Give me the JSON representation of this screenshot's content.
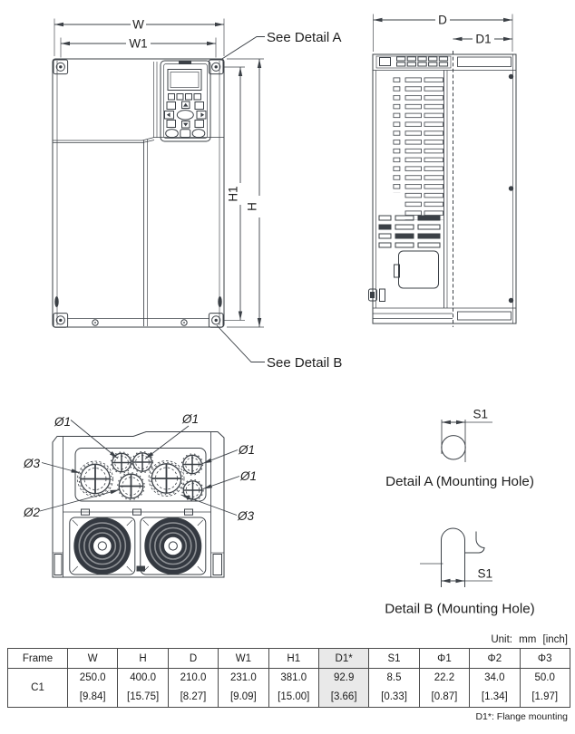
{
  "front_view": {
    "dim_w": "W",
    "dim_w1": "W1",
    "dim_h": "H",
    "dim_h1": "H1",
    "callout_a": "See Detail A",
    "callout_b": "See Detail B"
  },
  "side_view": {
    "dim_d": "D",
    "dim_d1": "D1"
  },
  "bottom_view": {
    "hole1": "Ø1",
    "hole2": "Ø2",
    "hole3": "Ø3"
  },
  "detail_a": {
    "dim_s1": "S1",
    "title": "Detail A (Mounting Hole)"
  },
  "detail_b": {
    "dim_s1": "S1",
    "title": "Detail B (Mounting Hole)"
  },
  "table": {
    "unit_note": "Unit: mm [inch]",
    "headers": [
      "Frame",
      "W",
      "H",
      "D",
      "W1",
      "H1",
      "D1*",
      "S1",
      "Φ1",
      "Φ2",
      "Φ3"
    ],
    "row": {
      "frame": "C1",
      "mm": [
        "250.0",
        "400.0",
        "210.0",
        "231.0",
        "381.0",
        "92.9",
        "8.5",
        "22.2",
        "34.0",
        "50.0"
      ],
      "inch": [
        "[9.84]",
        "[15.75]",
        "[8.27]",
        "[9.09]",
        "[15.00]",
        "[3.66]",
        "[0.33]",
        "[0.87]",
        "[1.34]",
        "[1.97]"
      ]
    },
    "footnote": "D1*: Flange mounting",
    "highlight_color": "#e9e9e9"
  },
  "colors": {
    "line": "#3b4046",
    "text": "#1e1e1e"
  }
}
